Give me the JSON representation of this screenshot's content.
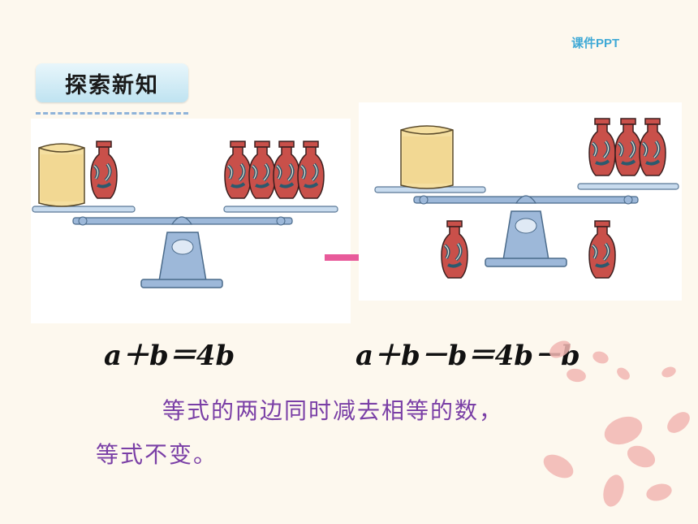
{
  "header": {
    "brand": "课件PPT",
    "section_label": "探索新知"
  },
  "equations": {
    "left": "a＋b＝4b",
    "right": "a＋b－b＝4b－b"
  },
  "conclusion": {
    "line1": "等式的两边同时减去相等的数，",
    "line2": "等式不变。"
  },
  "colors": {
    "brand_blue": "#3fa9d6",
    "conclusion_purple": "#7a3fa6",
    "arrow_pink": "#e85a9a",
    "vase_red": "#c9504a",
    "scale_blue": "#9db8d9"
  },
  "icons": {
    "arrow": "right-arrow-icon",
    "vase": "vase-icon",
    "box": "box-icon",
    "scale": "balance-scale-icon"
  }
}
